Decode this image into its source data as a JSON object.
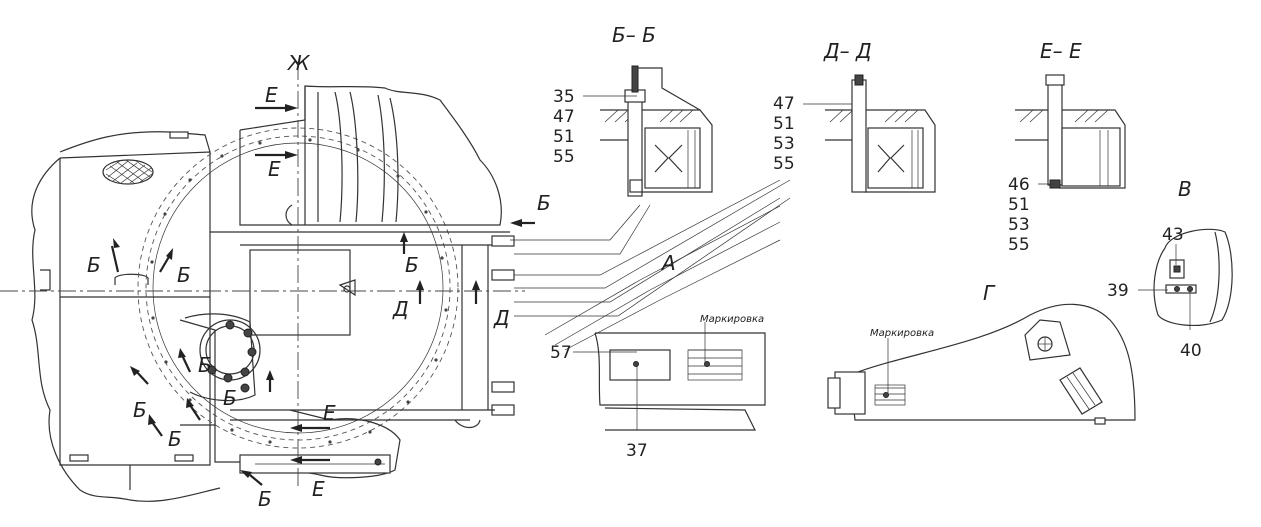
{
  "section_titles": {
    "bb": "Б– Б",
    "dd": "Д– Д",
    "ee": "Е– Е"
  },
  "view_letters": {
    "zh": "Ж",
    "v": "В",
    "g": "Г",
    "a": "А"
  },
  "section_marks": [
    "Е",
    "Е",
    "Б",
    "Б",
    "Б",
    "Б",
    "Б",
    "Б",
    "Д",
    "Д",
    "Б",
    "Б",
    "Е",
    "Е",
    "Б"
  ],
  "callouts_bb": [
    "35",
    "47",
    "51",
    "55"
  ],
  "callouts_dd": [
    "47",
    "51",
    "53",
    "55"
  ],
  "callouts_ee": [
    "46",
    "51",
    "53",
    "55"
  ],
  "callouts_v": [
    "43",
    "39",
    "40"
  ],
  "callouts_misc": [
    "57",
    "37"
  ],
  "marking_labels": [
    "Маркировка",
    "Маркировка"
  ]
}
